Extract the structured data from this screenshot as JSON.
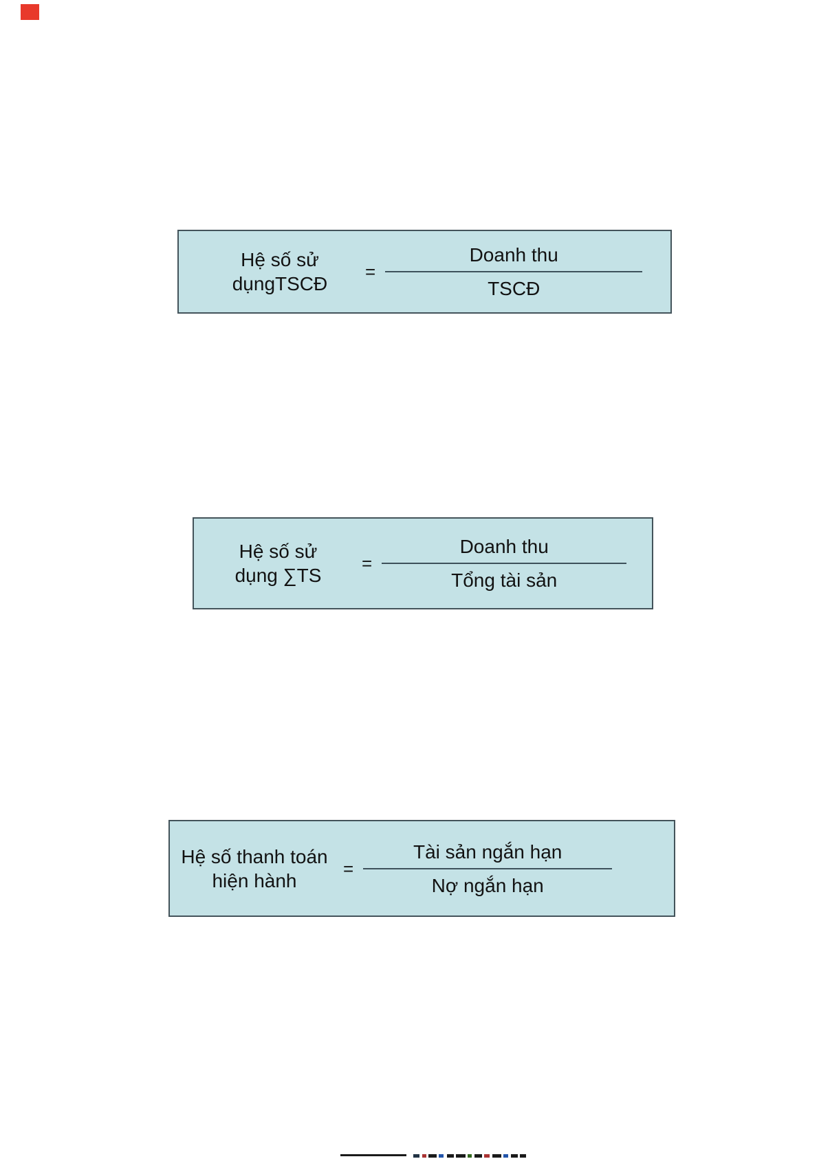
{
  "page": {
    "kind": "document-page-with-formula-boxes"
  },
  "colors": {
    "page_bg": "#ffffff",
    "box_fill": "#c4e2e6",
    "box_border": "#43535a",
    "text": "#121212",
    "fraction_line": "#3d515b",
    "red_marker": "#e8392b"
  },
  "red_marker": {
    "present": true
  },
  "formulas": [
    {
      "label_line1": "Hệ số sử",
      "label_line2": "dụngTSCĐ",
      "equals": "=",
      "numerator": "Doanh thu",
      "denominator": "TSCĐ"
    },
    {
      "label_line1": "Hệ số sử",
      "label_line2": "dụng ∑TS",
      "equals": "=",
      "numerator": "Doanh thu",
      "denominator": "Tổng tài sản"
    },
    {
      "label_line1": "Hệ số thanh toán",
      "label_line2": "hiện hành",
      "equals": "=",
      "numerator": "Tài sản ngắn hạn",
      "denominator": "Nợ ngắn hạn"
    }
  ],
  "watermark": {
    "description": "tiny illegible cut-off text strip at bottom center",
    "segments": [
      {
        "w": 96,
        "h": 3,
        "c": "#1a1a1a",
        "g": 10
      },
      {
        "w": 9,
        "h": 5,
        "c": "#223344",
        "g": 4
      },
      {
        "w": 6,
        "h": 5,
        "c": "#aa3333",
        "g": 3
      },
      {
        "w": 12,
        "h": 5,
        "c": "#1a1a1a",
        "g": 3
      },
      {
        "w": 7,
        "h": 5,
        "c": "#2255aa",
        "g": 5
      },
      {
        "w": 10,
        "h": 5,
        "c": "#1a1a1a",
        "g": 3
      },
      {
        "w": 14,
        "h": 5,
        "c": "#1a1a1a",
        "g": 3
      },
      {
        "w": 6,
        "h": 5,
        "c": "#33691e",
        "g": 4
      },
      {
        "w": 11,
        "h": 5,
        "c": "#1a1a1a",
        "g": 3
      },
      {
        "w": 8,
        "h": 5,
        "c": "#aa3333",
        "g": 4
      },
      {
        "w": 13,
        "h": 5,
        "c": "#1a1a1a",
        "g": 3
      },
      {
        "w": 7,
        "h": 5,
        "c": "#2255aa",
        "g": 4
      },
      {
        "w": 10,
        "h": 5,
        "c": "#1a1a1a",
        "g": 3
      },
      {
        "w": 9,
        "h": 5,
        "c": "#1a1a1a",
        "g": 0
      }
    ]
  }
}
